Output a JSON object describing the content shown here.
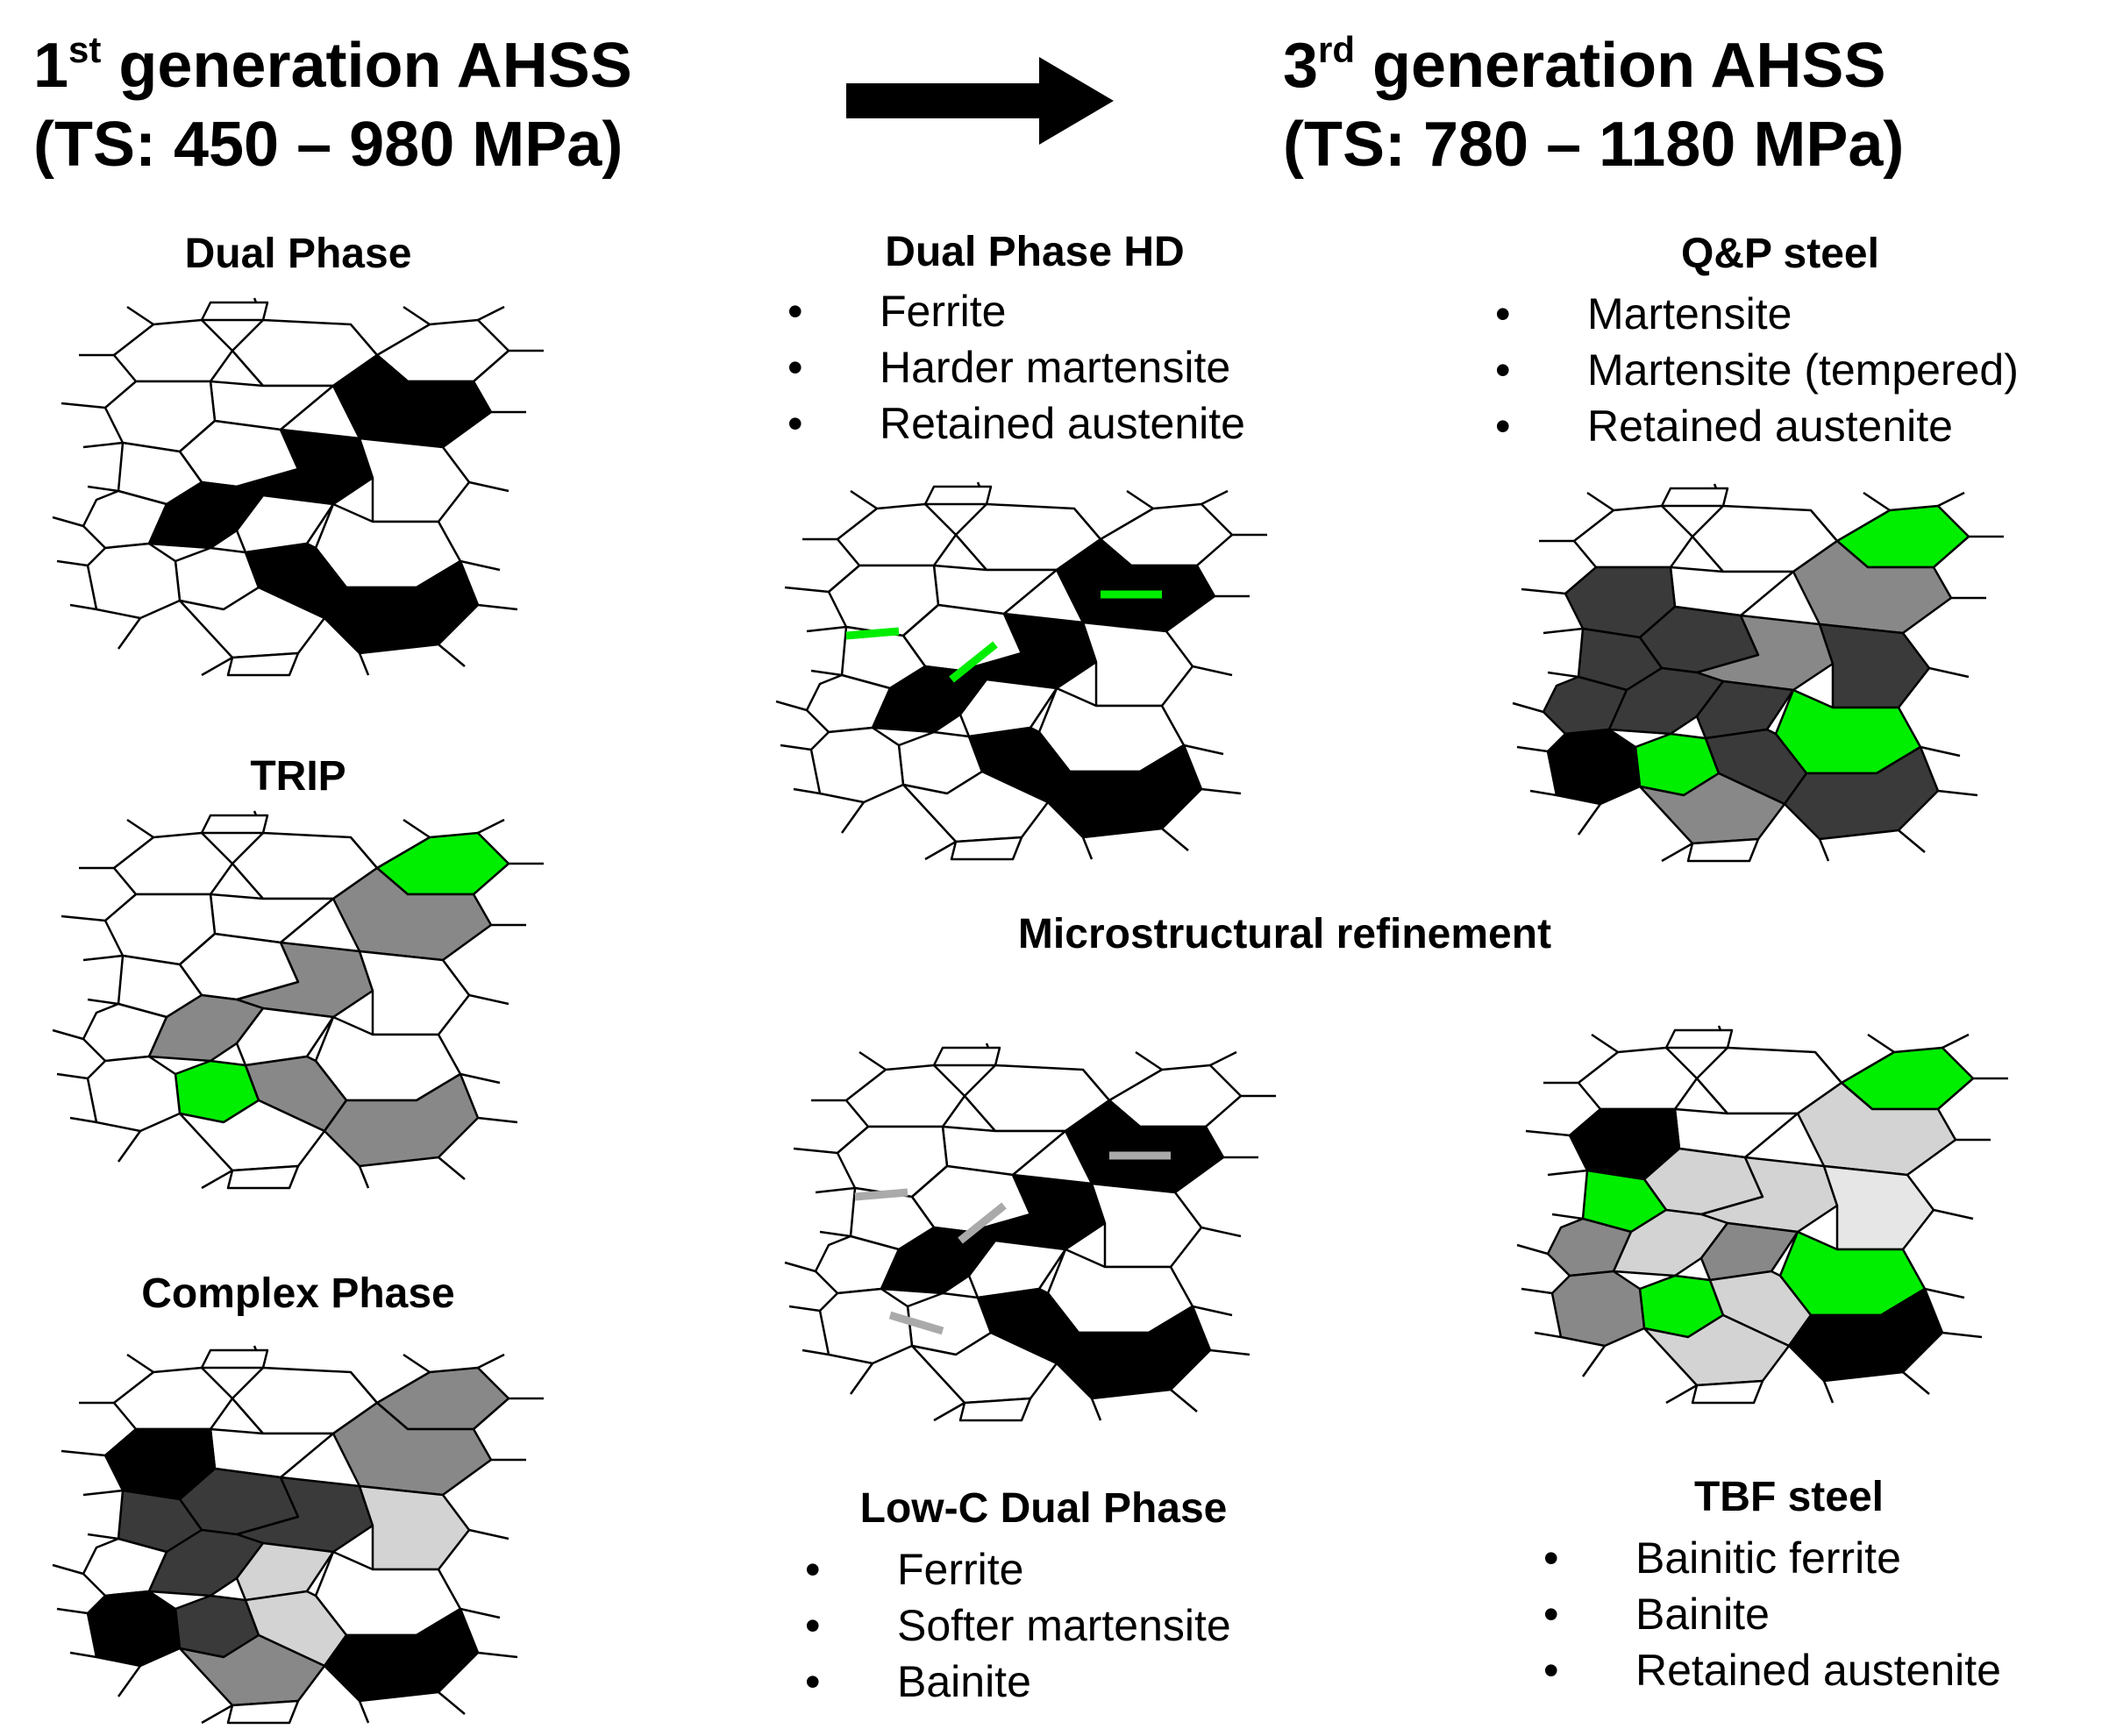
{
  "header": {
    "left": {
      "gen_num": "1",
      "gen_sup": "st",
      "gen_rest": " generation AHSS",
      "range": "(TS: 450 – 980 MPa)"
    },
    "right": {
      "gen_num": "3",
      "gen_sup": "rd",
      "gen_rest": " generation AHSS",
      "range": "(TS: 780 – 1180 MPa)"
    }
  },
  "center_label": "Microstructural refinement",
  "panels": {
    "dual_phase": {
      "title": "Dual Phase"
    },
    "trip": {
      "title": "TRIP"
    },
    "complex_phase": {
      "title": "Complex Phase"
    },
    "dual_phase_hd": {
      "title": "Dual Phase HD",
      "items": [
        "Ferrite",
        "Harder martensite",
        "Retained austenite"
      ]
    },
    "qp_steel": {
      "title": "Q&P steel",
      "items": [
        "Martensite",
        "Martensite (tempered)",
        "Retained austenite"
      ]
    },
    "low_c_dual_phase": {
      "title": "Low-C Dual Phase",
      "items": [
        "Ferrite",
        "Softer martensite",
        "Bainite"
      ]
    },
    "tbf_steel": {
      "title": "TBF steel",
      "items": [
        "Bainitic ferrite",
        "Bainite",
        "Retained austenite"
      ]
    }
  },
  "colors": {
    "ferrite": "#ffffff",
    "martensite": "#000000",
    "retained_austenite": "#00ee00",
    "bainite_gray": "#888888",
    "dark_gray": "#3a3a3a",
    "light_gray": "#d3d3d3",
    "outline": "#000000"
  },
  "fills": {
    "dual_phase": [
      "w",
      "w",
      "w",
      "w",
      "w",
      "k",
      "w",
      "w",
      "k",
      "w",
      "w",
      "w",
      "k",
      "w",
      "w",
      "w",
      "k",
      "w",
      "w",
      "k",
      "w"
    ],
    "trip": [
      "w",
      "w",
      "w",
      "g",
      "w",
      "m",
      "w",
      "w",
      "m",
      "w",
      "w",
      "w",
      "m",
      "w",
      "w",
      "g",
      "m",
      "w",
      "w",
      "m",
      "w"
    ],
    "complex_phase": [
      "w",
      "w",
      "w",
      "m",
      "w",
      "m",
      "k",
      "d",
      "d",
      "l",
      "d",
      "w",
      "d",
      "l",
      "w",
      "d",
      "l",
      "k",
      "m",
      "k",
      "w"
    ],
    "dual_phase_hd": [
      "w",
      "w",
      "w",
      "w",
      "w",
      "k",
      "w",
      "w",
      "k",
      "w",
      "w",
      "w",
      "k",
      "w",
      "w",
      "w",
      "k",
      "w",
      "w",
      "k",
      "w"
    ],
    "qp_steel": [
      "w",
      "w",
      "w",
      "g",
      "w",
      "m",
      "d",
      "d",
      "m",
      "d",
      "d",
      "d",
      "d",
      "d",
      "g",
      "g",
      "d",
      "k",
      "m",
      "d",
      "w"
    ],
    "low_c_dual_phase": [
      "w",
      "w",
      "w",
      "w",
      "w",
      "k",
      "w",
      "w",
      "k",
      "w",
      "w",
      "w",
      "k",
      "w",
      "w",
      "w",
      "k",
      "w",
      "w",
      "k",
      "w"
    ],
    "tbf_steel": [
      "w",
      "w",
      "w",
      "g",
      "w",
      "l",
      "k",
      "l",
      "l",
      "x",
      "g",
      "m",
      "l",
      "m",
      "g",
      "g",
      "l",
      "m",
      "l",
      "k",
      "w"
    ]
  }
}
